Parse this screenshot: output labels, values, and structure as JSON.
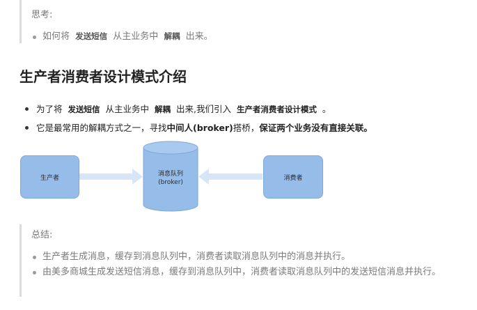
{
  "think": {
    "title": "思考:",
    "item_pre": "如何将",
    "item_code1": "发送短信",
    "item_mid": "从主业务中",
    "item_code2": "解耦",
    "item_post": "出来。"
  },
  "heading": "生产者消费者设计模式介绍",
  "bullets": {
    "b1_pre": "为了将",
    "b1_code1": "发送短信",
    "b1_mid": "从主业务中",
    "b1_code2": "解耦",
    "b1_mid2": "出来,我们引入",
    "b1_code3": "生产者消费者设计模式",
    "b1_post": "。",
    "b2_pre": "它是最常用的解耦方式之一，寻找",
    "b2_bold1": "中间人(broker)",
    "b2_mid": "搭桥，",
    "b2_bold2": "保证两个业务没有直接关联。"
  },
  "diagram": {
    "producer": "生产者",
    "queue_line1": "消息队列",
    "queue_line2": "(broker)",
    "consumer": "消费者",
    "fill_color": "#96bde9",
    "arrow_color": "#d7e6f6"
  },
  "summary": {
    "title": "总结:",
    "items": [
      "生产者生成消息，缓存到消息队列中，消费者读取消息队列中的消息并执行。",
      "由美多商城生成发送短信消息，缓存到消息队列中，消费者读取消息队列中的发送短信消息并执行。"
    ]
  }
}
